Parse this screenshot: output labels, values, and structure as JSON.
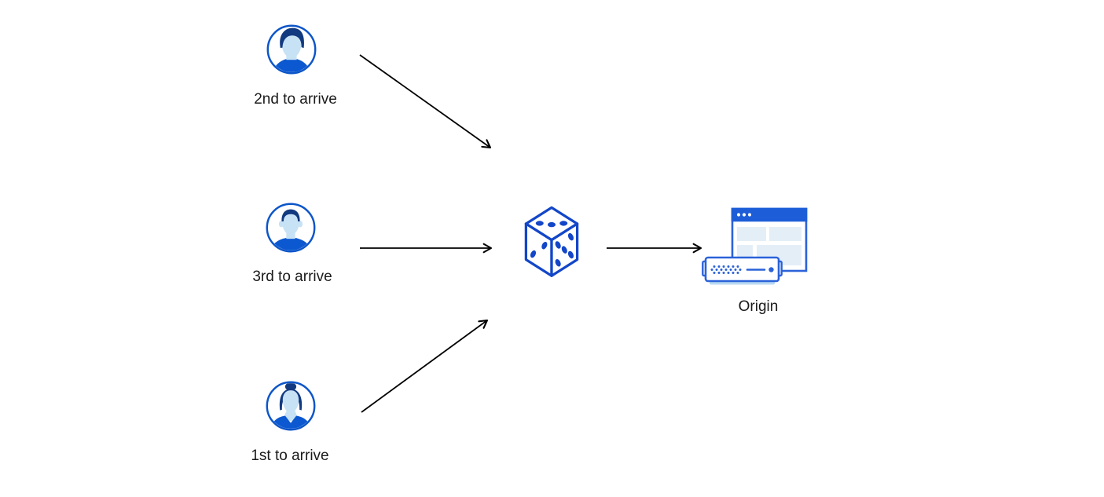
{
  "diagram": {
    "description_type": "flow-diagram",
    "clients": [
      {
        "id": "client-2nd",
        "label": "2nd to arrive",
        "avatar_icon": "man-swept-hair-avatar-icon"
      },
      {
        "id": "client-3rd",
        "label": "3rd to arrive",
        "avatar_icon": "man-short-hair-avatar-icon"
      },
      {
        "id": "client-1st",
        "label": "1st to arrive",
        "avatar_icon": "woman-bun-avatar-icon"
      }
    ],
    "randomizer": {
      "icon": "dice-icon",
      "visible_pips": {
        "top_face": 3,
        "left_face": 2,
        "right_face": 5
      }
    },
    "origin": {
      "label": "Origin",
      "icon": "browser-window-server-icon"
    },
    "edges": [
      {
        "from": "client-2nd",
        "to": "dice",
        "style": "straight-arrow"
      },
      {
        "from": "client-3rd",
        "to": "dice",
        "style": "straight-arrow"
      },
      {
        "from": "client-1st",
        "to": "dice",
        "style": "straight-arrow"
      },
      {
        "from": "dice",
        "to": "origin",
        "style": "straight-arrow"
      }
    ],
    "colors": {
      "background": "#ffffff",
      "primary_blue": "#0b58d0",
      "outline_blue": "#1346c8",
      "window_bar_blue": "#1d5dd8",
      "hair_navy": "#123a80",
      "skin_light_blue": "#c7e2f5",
      "panel_pale_blue": "#e4eef7",
      "server_base_blue": "#b9d9f2",
      "arrow_black": "#000000",
      "label_text": "#1a1a1a"
    }
  }
}
